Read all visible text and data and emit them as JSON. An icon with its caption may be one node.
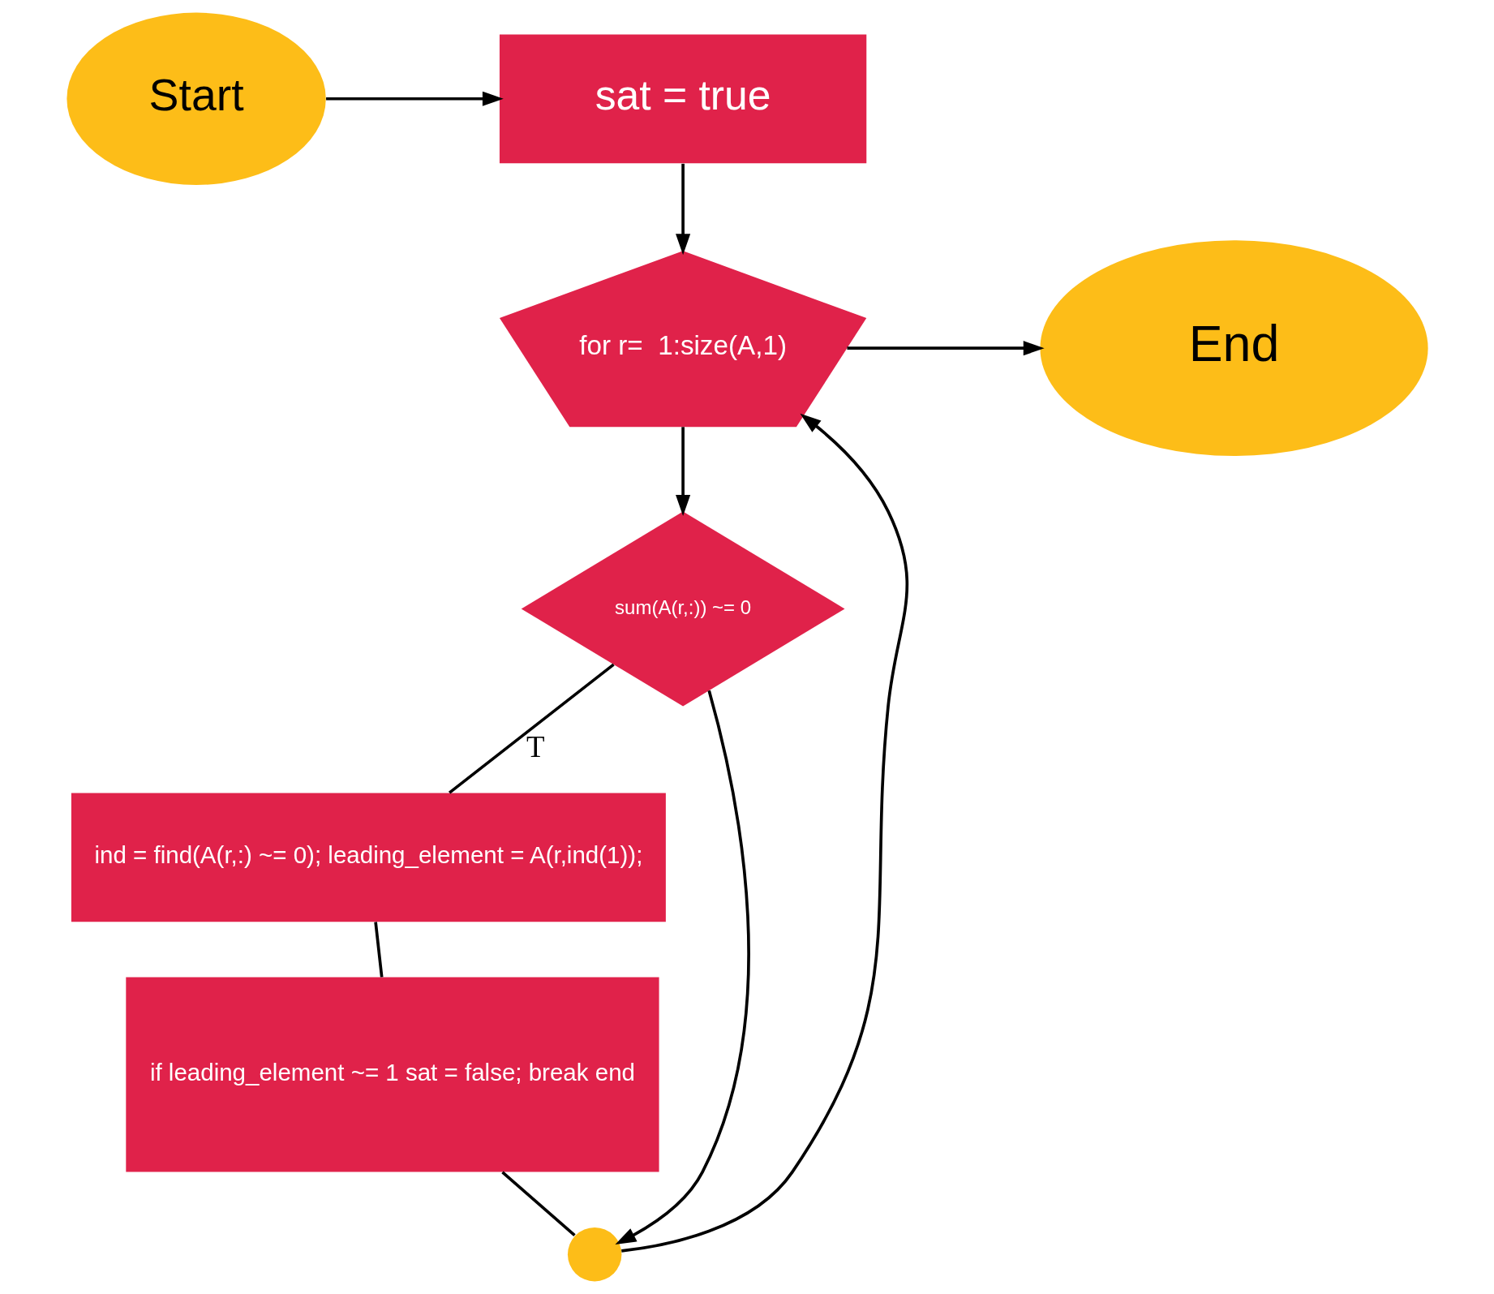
{
  "diagram": {
    "nodes": [
      {
        "text": [
          "Start"
        ]
      },
      {
        "text": [
          "sat = true"
        ]
      },
      {
        "text": [
          "for r=  1:size(A,1)"
        ]
      },
      {
        "text": [
          "End"
        ]
      },
      {
        "text": [
          "sum(A(r,:)) ~= 0"
        ]
      },
      {
        "text": [
          "ind = find(A(r,:) ~= 0); leading_element = A(r,ind(1));"
        ]
      },
      {
        "text": [
          "if leading_element ~= 1 sat = false; break end"
        ]
      },
      {
        "text": [],
        "shape": "circle"
      }
    ],
    "edges": [
      {
        "from": 0,
        "to": 1,
        "arrow": "to"
      },
      {
        "from": 1,
        "to": 2,
        "arrow": "to"
      },
      {
        "from": 2,
        "to": 3,
        "arrow": "to"
      },
      {
        "from": 2,
        "to": 4,
        "arrow": "to"
      },
      {
        "from": 4,
        "to": 5,
        "arrow": "none",
        "label": "T"
      },
      {
        "from": 5,
        "to": 6,
        "arrow": "none"
      },
      {
        "from": 6,
        "to": 7,
        "arrow": "none"
      },
      {
        "from": 4,
        "to": 7,
        "arrow": "to"
      },
      {
        "from": 7,
        "to": 2,
        "arrow": "to"
      }
    ]
  }
}
